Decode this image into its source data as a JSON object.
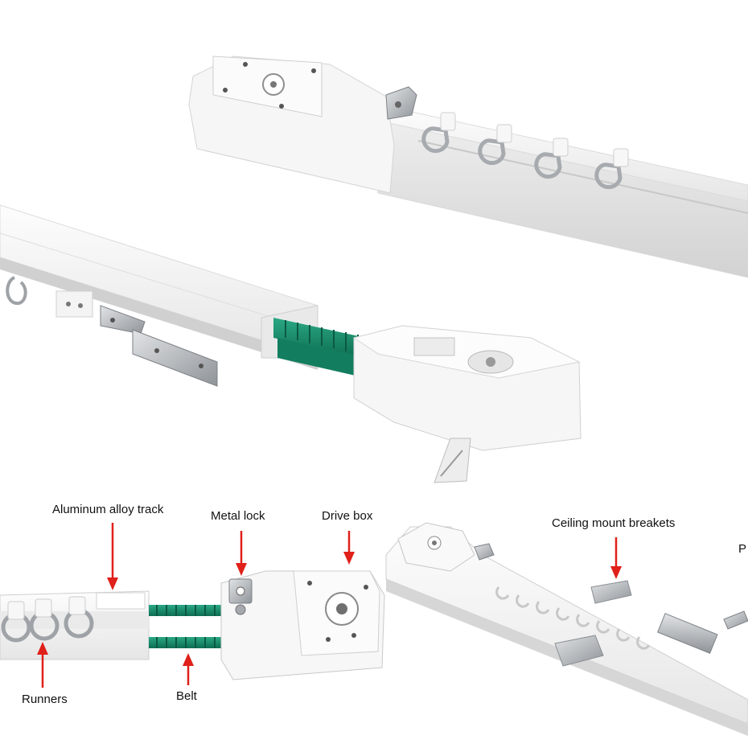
{
  "labels": {
    "aluminum_track": "Aluminum alloy track",
    "metal_lock": "Metal lock",
    "drive_box": "Drive box",
    "ceiling_mount": "Ceiling mount breakets",
    "runners": "Runners",
    "belt": "Belt",
    "cut_off": "P"
  },
  "colors": {
    "arrow": "#e0201a",
    "belt": "#17906c",
    "housing": "#f4f4f4",
    "metal": "#b8bcc0"
  }
}
